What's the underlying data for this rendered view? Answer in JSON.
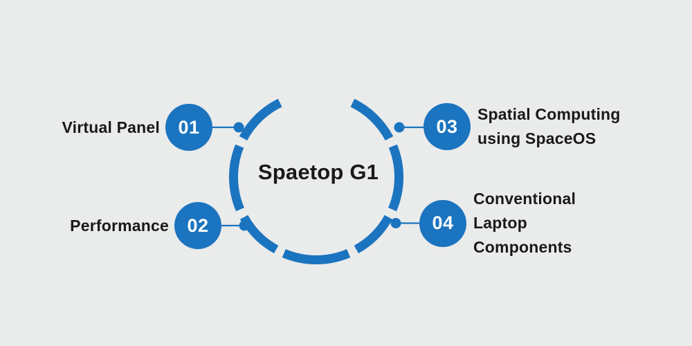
{
  "diagram": {
    "center_title": "Spaetop G1",
    "items": [
      {
        "number": "01",
        "label": "Virtual Panel"
      },
      {
        "number": "02",
        "label": "Performance"
      },
      {
        "number": "03",
        "label": "Spatial Computing\nusing SpaceOS"
      },
      {
        "number": "04",
        "label": "Conventional\nLaptop\nComponents"
      }
    ],
    "colors": {
      "accent_blue": "#1b74bf",
      "background": "#eaebeb",
      "text": "#191919",
      "number_text": "#ffffff"
    }
  }
}
